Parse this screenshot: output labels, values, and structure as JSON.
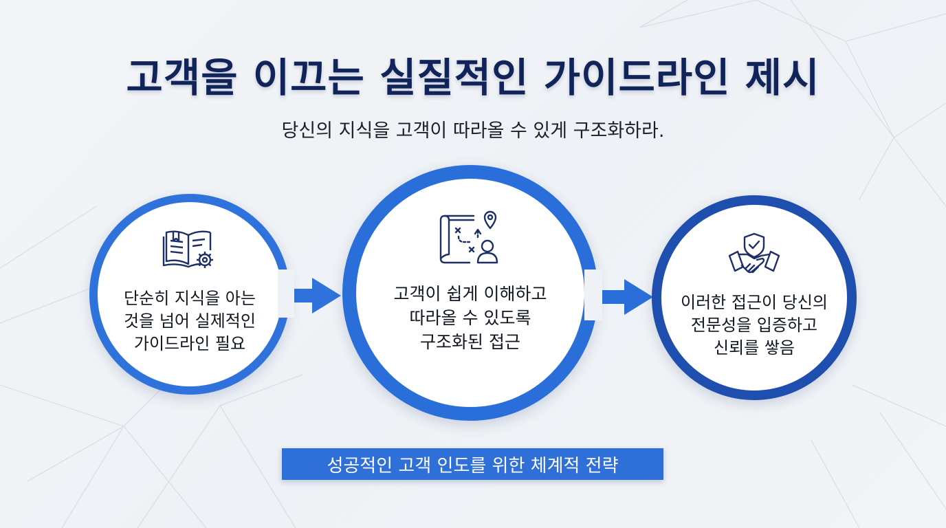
{
  "title": "고객을 이끄는 실질적인 가이드라인 제시",
  "subtitle": "당신의 지식을 고객이 따라올 수 있게 구조화하라.",
  "steps": [
    {
      "icon": "book-gear-icon",
      "lines": [
        "단순히 지식을 아는",
        "것을 넘어 실제적인",
        "가이드라인 필요"
      ]
    },
    {
      "icon": "map-route-person-icon",
      "lines": [
        "고객이 쉽게 이해하고",
        "따라올 수 있도록",
        "구조화된 접근"
      ]
    },
    {
      "icon": "shield-handshake-icon",
      "lines": [
        "이러한 접근이 당신의",
        "전문성을 입증하고",
        "신뢰를 쌓음"
      ]
    }
  ],
  "footer": "성공적인 고객 인도를 위한 체계적 전략",
  "colors": {
    "title": "#11245a",
    "accent": "#2f72dc",
    "dark_accent": "#1f4fae",
    "footer_bg": "#2f6fd8"
  }
}
